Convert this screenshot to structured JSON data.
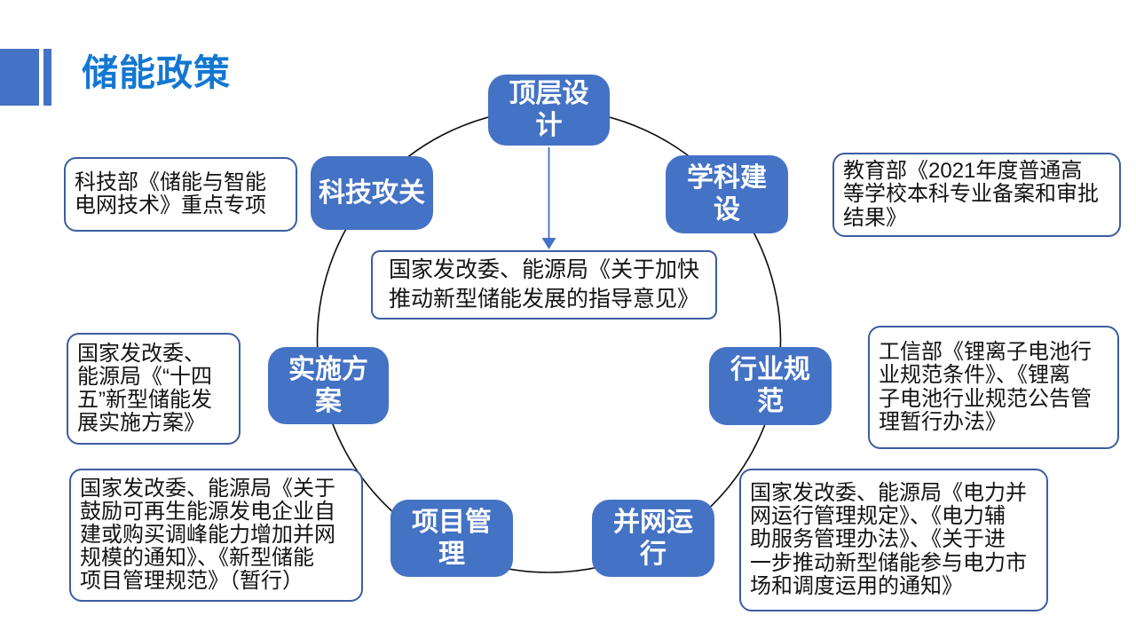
{
  "slide": {
    "title": "储能政策"
  },
  "colors": {
    "accent": "#4472C4",
    "title": "#1377D2",
    "box_border": "#3C5DA0",
    "circle_stroke": "#0D0D0D",
    "node_text": "#FFFFFF"
  },
  "diagram": {
    "center_box": {
      "text": "国家发改委、能源局《关于加快\n推动新型储能发展的指导意见》"
    },
    "nodes": [
      {
        "id": "top-design",
        "label": "顶层设\n计"
      },
      {
        "id": "subject",
        "label": "学科建\n设"
      },
      {
        "id": "industry",
        "label": "行业规\n范"
      },
      {
        "id": "grid-operation",
        "label": "并网运\n行"
      },
      {
        "id": "project-mgmt",
        "label": "项目管\n理"
      },
      {
        "id": "implementation",
        "label": "实施方\n案"
      },
      {
        "id": "tech-research",
        "label": "科技攻关"
      }
    ],
    "callouts": [
      {
        "id": "tech",
        "text": "科技部《储能与智能\n电网技术》重点专项"
      },
      {
        "id": "edu",
        "text": "教育部《2021年度普通高\n等学校本科专业备案和审批\n结果》"
      },
      {
        "id": "miit",
        "text": "工信部《锂离子电池行\n业规范条件》、《锂离\n子电池行业规范公告管\n理暂行办法》"
      },
      {
        "id": "grid",
        "text": "国家发改委、能源局《电力并\n网运行管理规定》、《电力辅\n助服务管理办法》、《关于进\n一步推动新型储能参与电力市\n场和调度运用的通知》"
      },
      {
        "id": "project",
        "text": "国家发改委、能源局《关于\n鼓励可再生能源发电企业自\n建或购买调峰能力增加并网\n规模的通知》、《新型储能\n项目管理规范》（暂行）"
      },
      {
        "id": "impl",
        "text": "国家发改委、\n能源局《“十四\n五”新型储能发\n展实施方案》"
      }
    ]
  }
}
